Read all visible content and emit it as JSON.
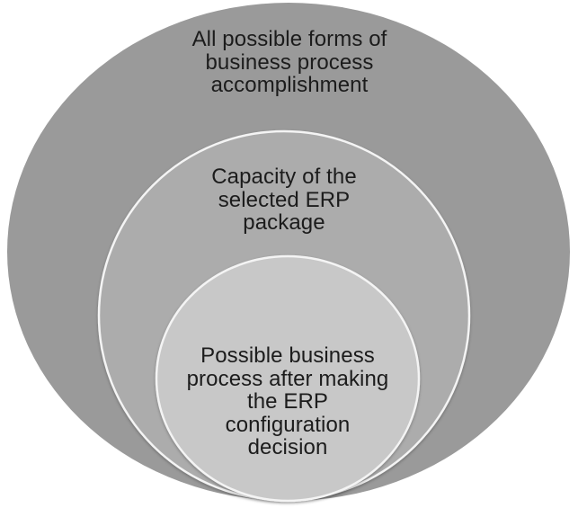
{
  "diagram": {
    "type": "nested-venn",
    "background": "#ffffff",
    "text_color": "#1c1c1c",
    "border_color": "#f4f4f4",
    "circles": [
      {
        "id": "outer",
        "fill": "#9a9a9a",
        "label": "All possible forms of business process accomplishment",
        "label_lines": [
          "All possible forms of",
          "business process",
          "accomplishment"
        ]
      },
      {
        "id": "middle",
        "fill": "#acacac",
        "label": "Capacity of the selected ERP package",
        "label_lines": [
          "Capacity of the",
          "selected ERP",
          "package"
        ]
      },
      {
        "id": "inner",
        "fill": "#c8c8c8",
        "label": "Possible business process after making the ERP configuration decision",
        "label_lines": [
          "Possible business",
          "process after making",
          "the ERP",
          "configuration",
          "decision"
        ]
      }
    ]
  }
}
